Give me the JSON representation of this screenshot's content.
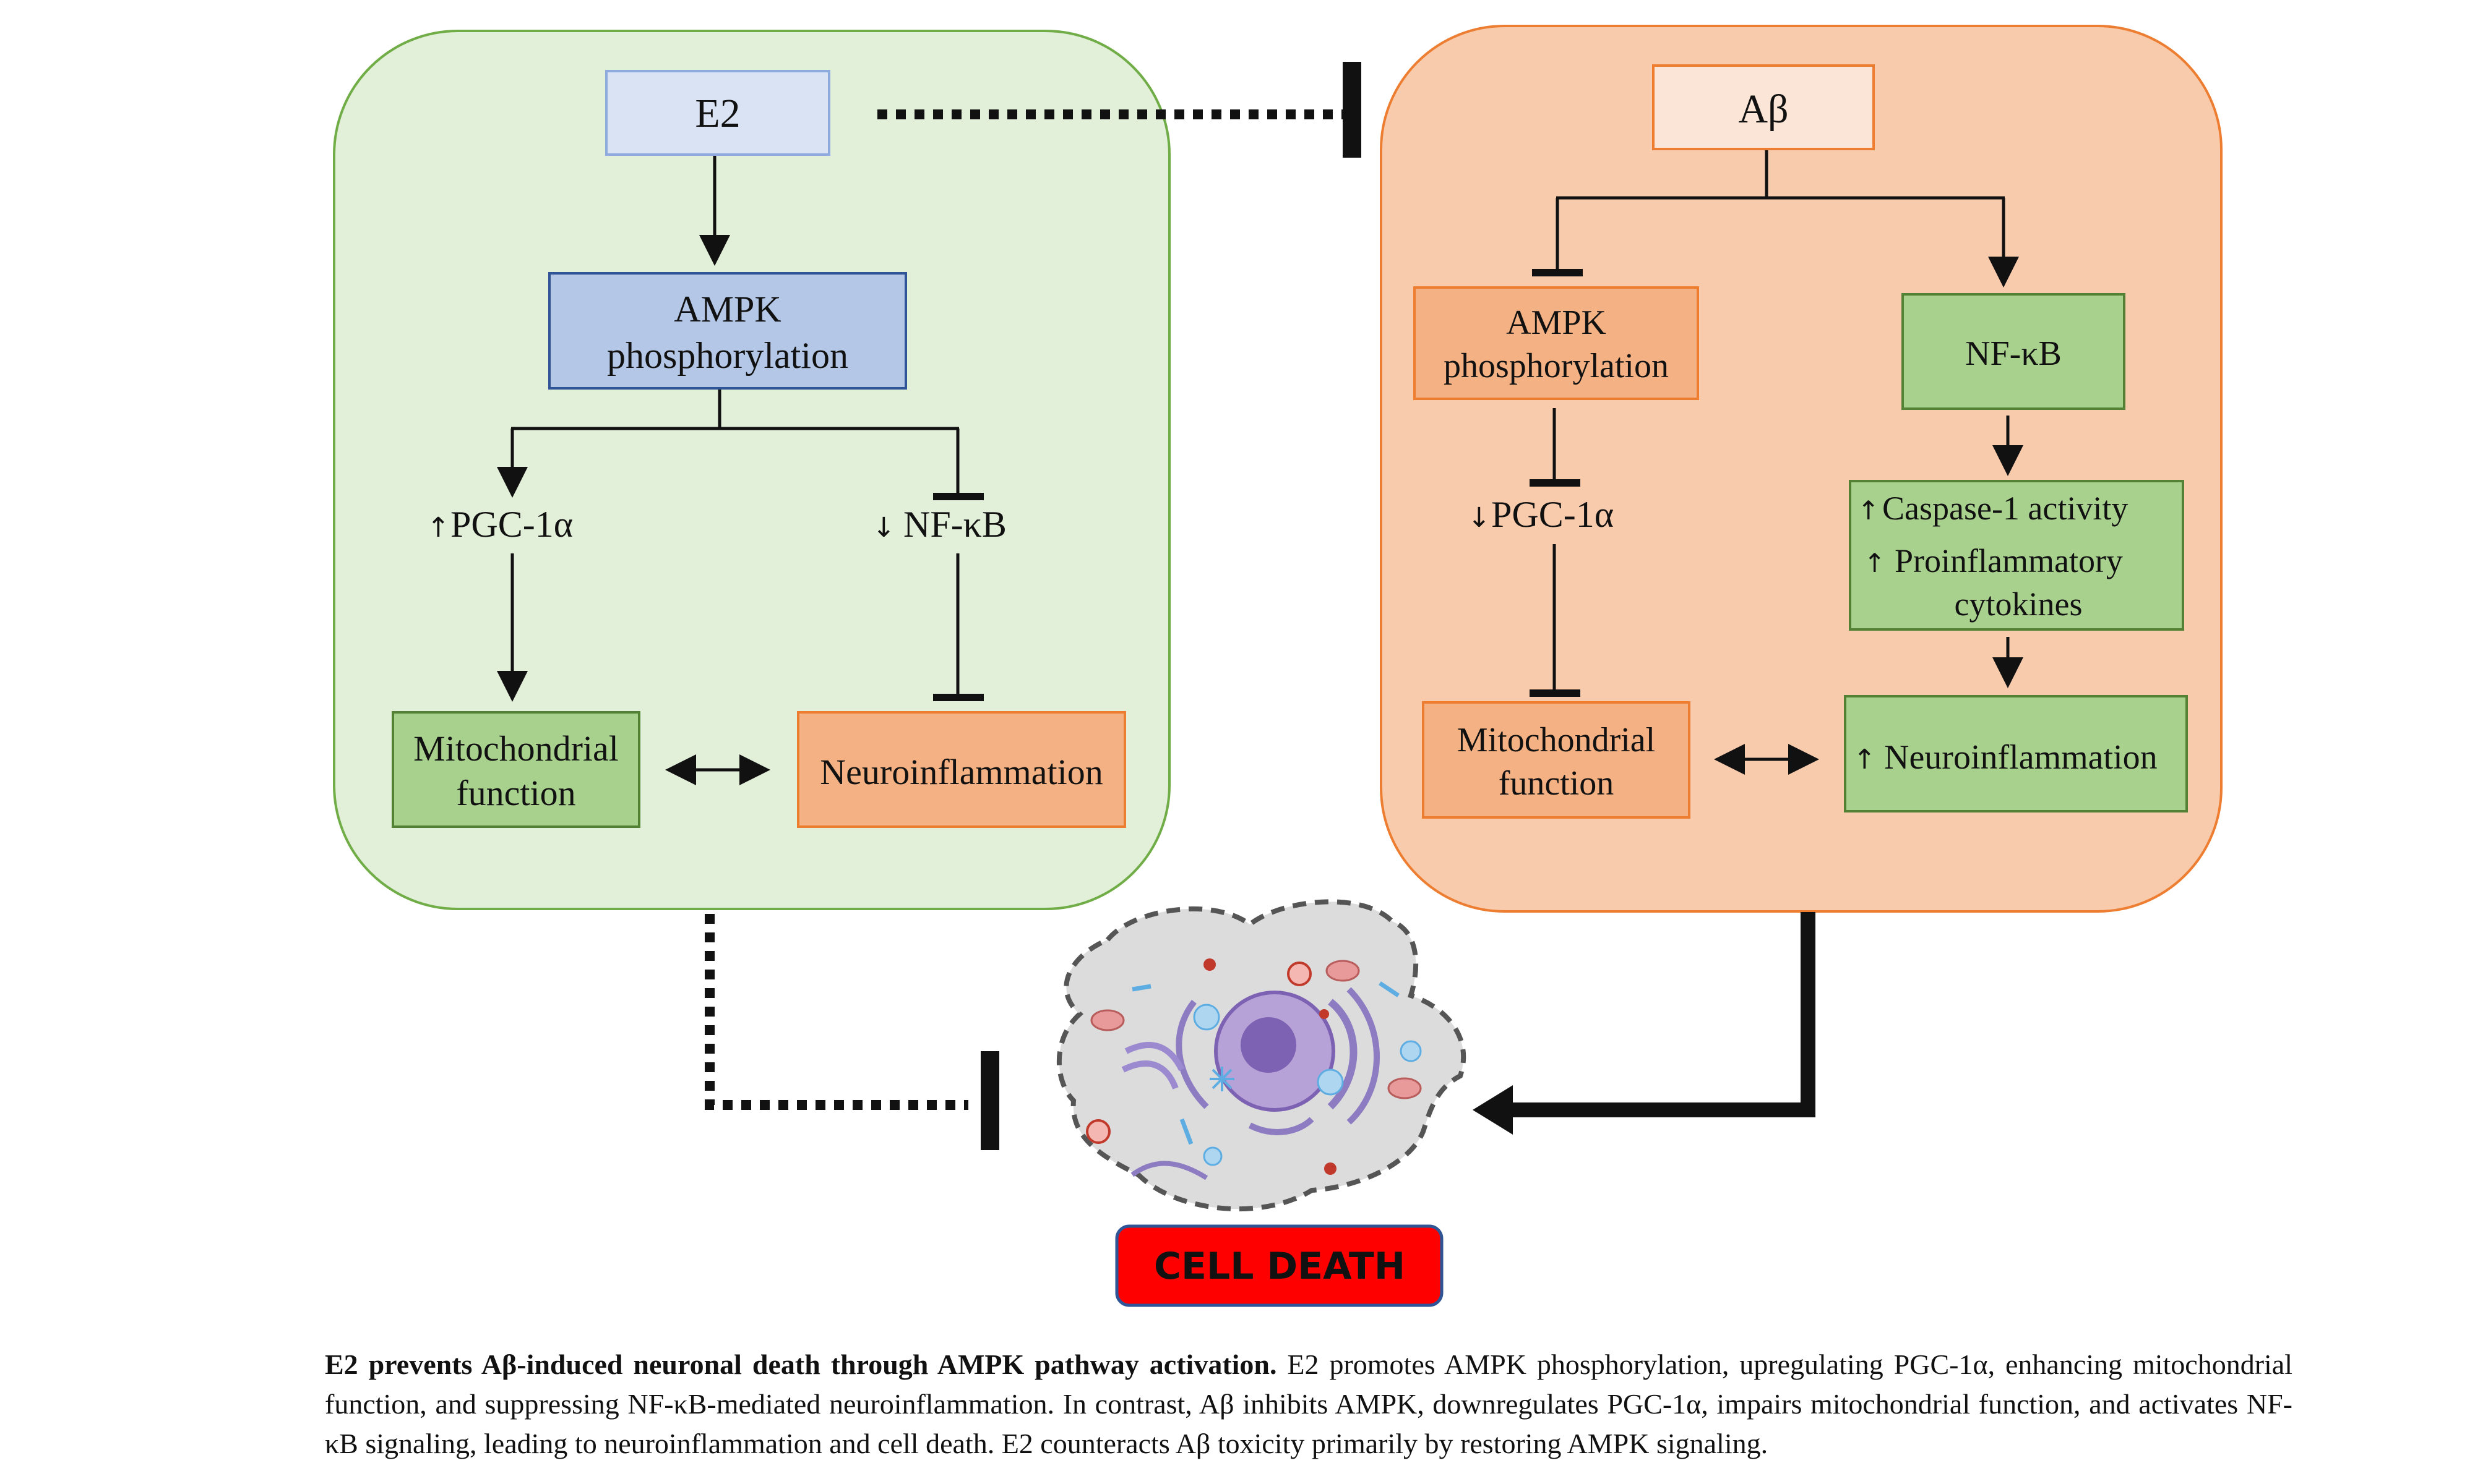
{
  "colors": {
    "green_panel_fill": "#e2efd9",
    "green_panel_stroke": "#70ad47",
    "orange_panel_fill": "#f8cbad",
    "orange_panel_stroke": "#ed7d31",
    "e2_box_fill": "#dae3f3",
    "e2_box_stroke": "#8faadc",
    "ampk_left_fill": "#b4c7e7",
    "ampk_left_stroke": "#2f5597",
    "green_box_fill": "#a9d18e",
    "green_box_stroke": "#548235",
    "orange_box_fill": "#f4b183",
    "orange_box_stroke": "#ed7d31",
    "abeta_box_fill": "#fbe5d6",
    "cell_death_fill": "#ff0000",
    "cell_death_stroke": "#2f5597"
  },
  "left_panel": {
    "e2": "E2",
    "ampk_line1": "AMPK",
    "ampk_line2": "phosphorylation",
    "pgc": "PGC-1α",
    "pgc_arrow": "↑",
    "nfkb": "NF-κB",
    "nfkb_arrow": "↓",
    "mito_line1": "Mitochondrial",
    "mito_line2": "function",
    "neuro": "Neuroinflammation",
    "link": "↔"
  },
  "right_panel": {
    "abeta": "Aβ",
    "ampk_line1": "AMPK",
    "ampk_line2": "phosphorylation",
    "nfkb": "NF-κB",
    "pgc": "PGC-1α",
    "pgc_arrow": "↓",
    "caspase": "Caspase-1 activity",
    "caspase_arrow": "↑",
    "proinf_line1": "Proinflammatory",
    "proinf_line2": "cytokines",
    "proinf_arrow": "↑",
    "mito_line1": "Mitochondrial",
    "mito_line2": "function",
    "neuro": "Neuroinflammation",
    "neuro_arrow": "↑",
    "link": "↔"
  },
  "cell": {
    "label": "CELL DEATH",
    "icon": "neuron-cell-icon"
  },
  "caption": {
    "bold": "E2 prevents Aβ-induced neuronal death through AMPK pathway activation.",
    "text": " E2 promotes AMPK phosphorylation, upregulating PGC-1α, enhancing mitochondrial function, and suppressing NF-κB-mediated neuroinflammation. In contrast, Aβ inhibits AMPK, downregulates PGC-1α, impairs mitochondrial function, and activates NF-κB signaling, leading to neuroinflammation and cell death. E2 counteracts Aβ toxicity primarily by restoring AMPK signaling."
  }
}
